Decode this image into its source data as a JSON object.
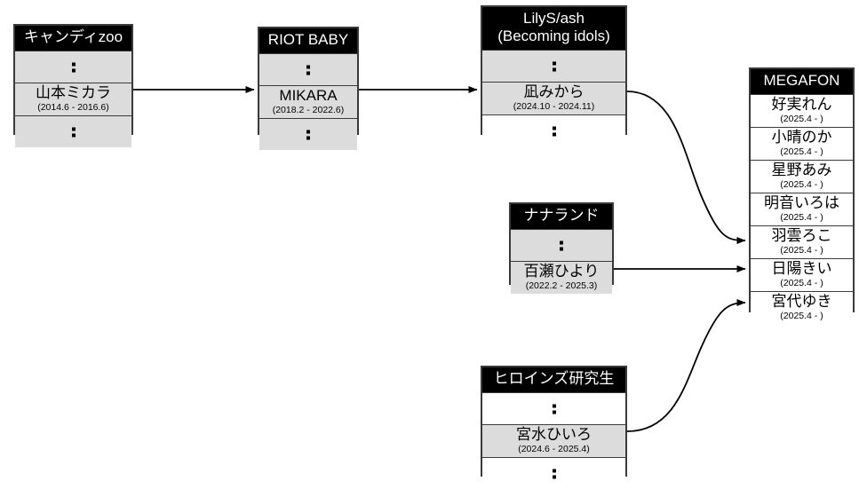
{
  "diagram": {
    "type": "idol-group-member-transfer-flow",
    "background": "#ffffff",
    "box_border_color": "#3a3a3a",
    "title_bg": "#000000",
    "title_fg": "#ffffff",
    "highlight_row_bg": "#dcdcdc",
    "plain_row_bg": "#ffffff",
    "arrow_color": "#000000"
  },
  "groups": [
    {
      "id": "candy-zoo",
      "title": "キャンディzoo",
      "rows": [
        {
          "kind": "dots",
          "bg": "gray"
        },
        {
          "kind": "member",
          "bg": "gray",
          "name": "山本ミカラ",
          "period": "(2014.6 - 2016.6)"
        },
        {
          "kind": "dots",
          "bg": "gray"
        }
      ]
    },
    {
      "id": "riot-baby",
      "title": "RIOT BABY",
      "rows": [
        {
          "kind": "dots",
          "bg": "gray"
        },
        {
          "kind": "member",
          "bg": "gray",
          "name": "MIKARA",
          "period": "(2018.2 - 2022.6)"
        },
        {
          "kind": "dots",
          "bg": "gray"
        }
      ]
    },
    {
      "id": "lilys-ash",
      "title": "LilyS/ash\n(Becoming idols)",
      "rows": [
        {
          "kind": "dots",
          "bg": "gray"
        },
        {
          "kind": "member",
          "bg": "gray",
          "name": "凪みから",
          "period": "(2024.10 - 2024.11)"
        },
        {
          "kind": "dots",
          "bg": "white"
        }
      ]
    },
    {
      "id": "nanaland",
      "title": "ナナランド",
      "rows": [
        {
          "kind": "dots",
          "bg": "gray"
        },
        {
          "kind": "member",
          "bg": "gray",
          "name": "百瀬ひより",
          "period": "(2022.2 - 2025.3)"
        }
      ]
    },
    {
      "id": "heroines-kenkyusei",
      "title": "ヒロインズ研究生",
      "rows": [
        {
          "kind": "dots",
          "bg": "white"
        },
        {
          "kind": "member",
          "bg": "gray",
          "name": "宮水ひいろ",
          "period": "(2024.6 - 2025.4)"
        },
        {
          "kind": "dots",
          "bg": "white"
        }
      ]
    },
    {
      "id": "megafon",
      "title": "MEGAFON",
      "rows": [
        {
          "kind": "member",
          "bg": "white",
          "name": "好実れん",
          "period": "(2025.4 - )"
        },
        {
          "kind": "member",
          "bg": "white",
          "name": "小晴のか",
          "period": "(2025.4 - )"
        },
        {
          "kind": "member",
          "bg": "white",
          "name": "星野あみ",
          "period": "(2025.4 - )"
        },
        {
          "kind": "member",
          "bg": "white",
          "name": "明音いろは",
          "period": "(2025.4 - )"
        },
        {
          "kind": "member",
          "bg": "white",
          "name": "羽雲ろこ",
          "period": "(2025.4 - )"
        },
        {
          "kind": "member",
          "bg": "white",
          "name": "日陽きい",
          "period": "(2025.4 - )"
        },
        {
          "kind": "member",
          "bg": "white",
          "name": "宮代ゆき",
          "period": "(2025.4 - )"
        }
      ]
    }
  ],
  "edges": [
    {
      "id": "e1",
      "from": "candy-zoo.山本ミカラ",
      "to": "riot-baby.MIKARA",
      "style": "straight"
    },
    {
      "id": "e2",
      "from": "riot-baby.MIKARA",
      "to": "lilys-ash.凪みから",
      "style": "straight"
    },
    {
      "id": "e3",
      "from": "lilys-ash.凪みから",
      "to": "megafon.羽雲ろこ",
      "style": "curved"
    },
    {
      "id": "e4",
      "from": "nanaland.百瀬ひより",
      "to": "megafon.日陽きい",
      "style": "straight"
    },
    {
      "id": "e5",
      "from": "heroines-kenkyusei.宮水ひいろ",
      "to": "megafon.宮代ゆき",
      "style": "curved"
    }
  ]
}
